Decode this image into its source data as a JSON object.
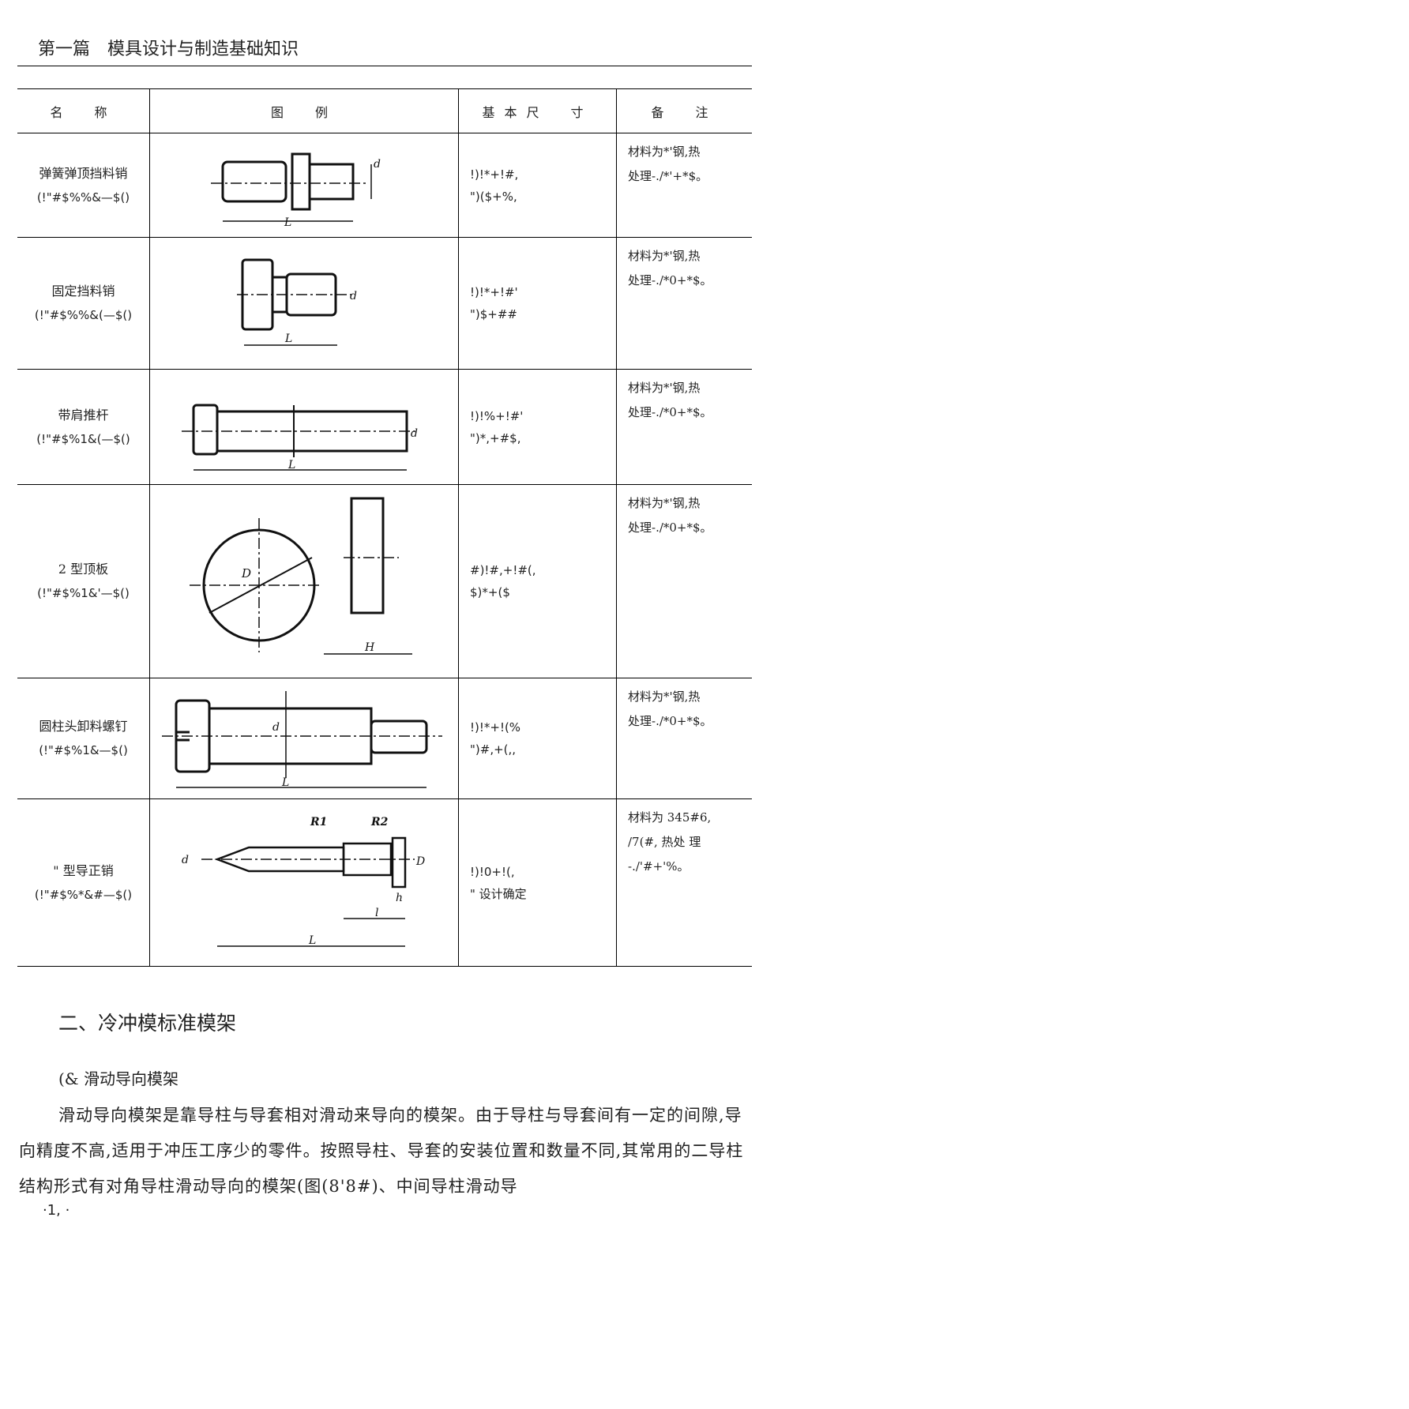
{
  "header": {
    "title": "第一篇　模具设计与制造基础知识"
  },
  "table": {
    "columns": [
      "名　称",
      "图　例",
      "基本尺　寸",
      "备　注"
    ],
    "rows": [
      {
        "name": "弹簧弹顶挡料销",
        "code": "(!\"#$%%&—$()",
        "size": [
          "!)!*+!#,",
          "\")($+%,"
        ],
        "note": [
          "材料为*'钢,热",
          "处理-./*'+*$。"
        ],
        "figure": "spring-stop-pin"
      },
      {
        "name": "固定挡料销",
        "code": "(!\"#$%%&(—$()",
        "size": [
          "!)!*+!#'",
          "\")$+##"
        ],
        "note": [
          "材料为*'钢,热",
          "处理-./*0+*$。"
        ],
        "figure": "fixed-stop-pin"
      },
      {
        "name": "带肩推杆",
        "code": "(!\"#$%1&(—$()",
        "size": [
          "!)!%+!#'",
          "\")*,+#$,"
        ],
        "note": [
          "材料为*'钢,热",
          "处理-./*0+*$。"
        ],
        "figure": "shoulder-push-rod"
      },
      {
        "name": "2 型顶板",
        "code": "(!\"#$%1&'—$()",
        "size": [
          "#)!#,+!#(,",
          "$)*+($"
        ],
        "note": [
          "材料为*'钢,热",
          "处理-./*0+*$。"
        ],
        "figure": "ejector-plate"
      },
      {
        "name": "圆柱头卸料螺钉",
        "code": "(!\"#$%1&—$()",
        "size": [
          "!)!*+!(%",
          "\")#,+(,,"
        ],
        "note": [
          "材料为*'钢,热",
          "处理-./*0+*$。"
        ],
        "figure": "stripper-screw"
      },
      {
        "name": "\" 型导正销",
        "code": "(!\"#$%*&#—$()",
        "size": [
          "!)!0+!(,",
          "\" 设计确定"
        ],
        "note": [
          "材料为 345#6,",
          "/7(#, 热处 理",
          "-./'#+'%。"
        ],
        "figure": "pilot-pin"
      }
    ]
  },
  "section": {
    "title": "二、冷冲模标准模架",
    "subtitle": "(& 滑动导向模架",
    "paragraph": "滑动导向模架是靠导柱与导套相对滑动来导向的模架。由于导柱与导套间有一定的间隙,导向精度不高,适用于冲压工序少的零件。按照导柱、导套的安装位置和数量不同,其常用的二导柱结构形式有对角导柱滑动导向的模架(图(8'8#)、中间导柱滑动导"
  },
  "page_number": "·1, ·",
  "labels": {
    "L": "L",
    "d": "d",
    "D": "D",
    "H": "H",
    "R1": "R1",
    "R2": "R2",
    "h": "h",
    "l": "l"
  }
}
